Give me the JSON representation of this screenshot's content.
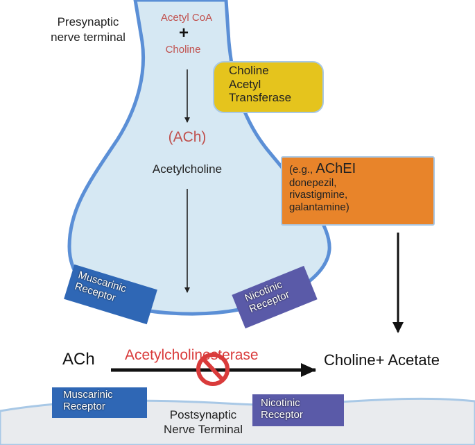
{
  "labels": {
    "presynaptic_line1": "Presynaptic",
    "presynaptic_line2": "nerve terminal",
    "acetyl_coa": "Acetyl CoA",
    "plus": "+",
    "choline": "Choline",
    "ach_abbrev": "(ACh)",
    "acetylcholine": "Acetylcholine",
    "ach": "ACh",
    "acetylcholinesterase": "Acetylcholinesterase",
    "products": "Choline+ Acetate",
    "postsynaptic_line1": "Postsynaptic",
    "postsynaptic_line2": "Nerve Terminal"
  },
  "enzyme_box": {
    "line1": "Choline",
    "line2": "Acetyl",
    "line3": "Transferase"
  },
  "inhibitor_box": {
    "prefix": "(e.g., ",
    "title": "AChEI",
    "line2": "donepezil,",
    "line3": "rivastigmine,",
    "line4": "galantamine)"
  },
  "receptors": {
    "pre_muscarinic_line1": "Muscarinic",
    "pre_muscarinic_line2": "Receptor",
    "pre_nicotinic_line1": "Nicotinic",
    "pre_nicotinic_line2": "Receptor",
    "post_muscarinic_line1": "Muscarinic",
    "post_muscarinic_line2": "Receptor",
    "post_nicotinic_line1": "Nicotinic",
    "post_nicotinic_line2": "Receptor"
  },
  "colors": {
    "terminal_fill": "#d6e8f3",
    "terminal_outline": "#5b8fd6",
    "enzyme_fill": "#e5c41d",
    "inhibitor_fill": "#e8842a",
    "muscarinic_fill": "#2f67b5",
    "nicotinic_fill": "#5a5aa8",
    "inhibit_red": "#d93b3b",
    "post_fill": "#e9ebee"
  }
}
